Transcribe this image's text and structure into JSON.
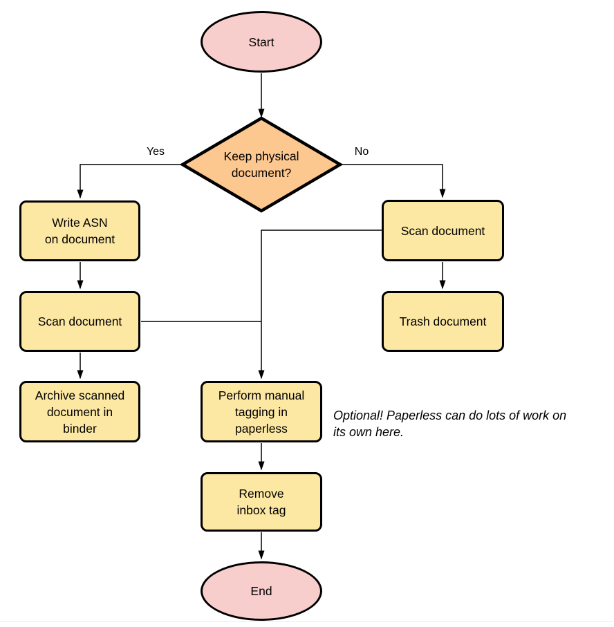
{
  "diagram": {
    "nodes": {
      "start": {
        "type": "terminator",
        "label": "Start"
      },
      "decision": {
        "type": "decision",
        "label": "Keep physical\ndocument?"
      },
      "write_asn": {
        "type": "process",
        "label": "Write ASN\non document"
      },
      "scan_left": {
        "type": "process",
        "label": "Scan document"
      },
      "archive": {
        "type": "process",
        "label": "Archive scanned\ndocument in\nbinder"
      },
      "scan_right": {
        "type": "process",
        "label": "Scan document"
      },
      "trash": {
        "type": "process",
        "label": "Trash document"
      },
      "tagging": {
        "type": "process",
        "label": "Perform manual\ntagging in\npaperless"
      },
      "remove_inbox": {
        "type": "process",
        "label": "Remove\ninbox tag"
      },
      "end": {
        "type": "terminator",
        "label": "End"
      }
    },
    "edge_labels": {
      "yes": "Yes",
      "no": "No"
    },
    "note": "Optional! Paperless can do lots of work on\nits own here.",
    "colors": {
      "terminator_fill": "#f8cecc",
      "decision_fill": "#fdc88f",
      "process_fill": "#fce8a3",
      "stroke": "#000000",
      "background": "#ffffff"
    }
  }
}
